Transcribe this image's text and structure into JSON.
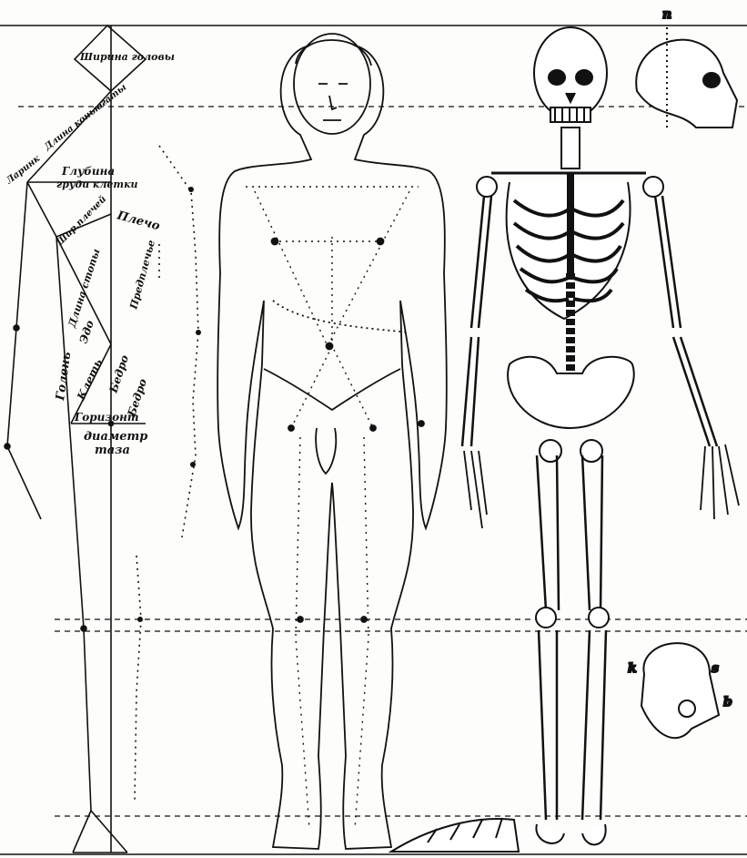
{
  "scheme_labels": {
    "head_width": "Ширина головы",
    "neck_length": "Длина коньюгаты",
    "larynx": "Ларинк",
    "chest_depth_1": "Глубина",
    "chest_depth_2": "груди клетки",
    "shoulder": "Плечо",
    "shoulder_width": "Шир.плечей",
    "trunk_length": "Длина стопы",
    "foot": "Эдо",
    "rib_cage": "Клеть",
    "forearm": "Предплечье",
    "thigh": "Бедро",
    "hip_width": "Бедро",
    "shin": "Голень",
    "horizon": "Горизонт",
    "pelvis_diameter_1": "диаметр",
    "pelvis_diameter_2": "таза"
  },
  "skull_label": "n",
  "pelvis_labels": {
    "k": "k",
    "s": "s",
    "b": "b"
  },
  "colors": {
    "ink": "#111111",
    "paper": "#fdfdfb"
  }
}
